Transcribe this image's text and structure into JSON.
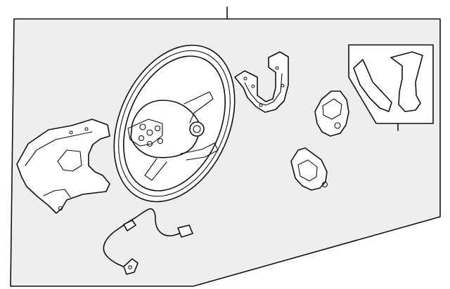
{
  "diagram": {
    "colors": {
      "background": "#ffffff",
      "panel": "#eeeeee",
      "line": "#111111"
    },
    "components": [
      "steering-wheel",
      "rear-cover",
      "mounting-bracket",
      "left-switch",
      "right-switch",
      "trim-inset-group",
      "wiring-harness"
    ]
  }
}
